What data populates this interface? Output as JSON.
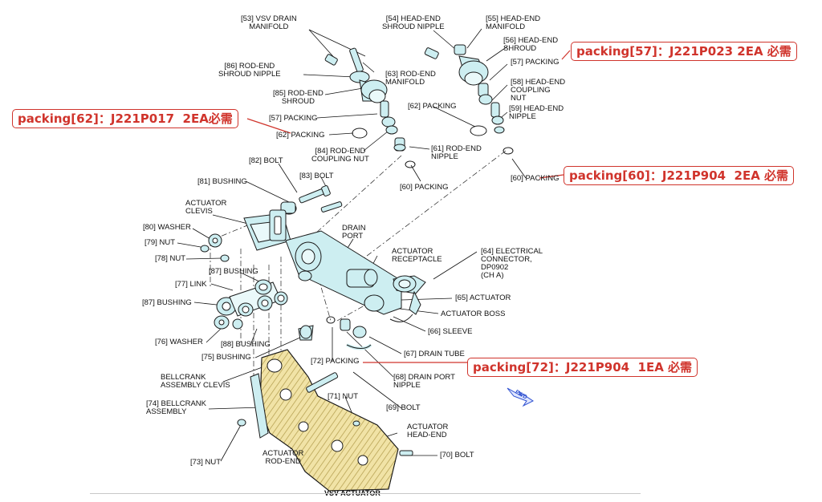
{
  "labels": {
    "l53": "[53] VSV DRAIN\nMANIFOLD",
    "l54": "[54] HEAD-END\nSHROUD NIPPLE",
    "l55": "[55] HEAD-END\nMANIFOLD",
    "l56": "[56] HEAD-END\nSHROUD",
    "l57r": "[57] PACKING",
    "l58": "[58] HEAD-END\nCOUPLING\nNUT",
    "l59": "[59] HEAD-END\nNIPPLE",
    "l86": "[86] ROD-END\nSHROUD NIPPLE",
    "l63": "[63] ROD-END\nMANIFOLD",
    "l85": "[85] ROD-END\nSHROUD",
    "l62r": "[62] PACKING",
    "l57l": "[57] PACKING",
    "l62l": "[62] PACKING",
    "l84": "[84] ROD-END\nCOUPLING NUT",
    "l61": "[61] ROD-END\nNIPPLE",
    "l82": "[82] BOLT",
    "l83": "[83] BOLT",
    "l81": "[81] BUSHING",
    "l60l": "[60] PACKING",
    "l60r": "[60] PACKING",
    "clevis": "ACTUATOR\nCLEVIS",
    "l80": "[80] WASHER",
    "l79": "[79] NUT",
    "l78": "[78] NUT",
    "drain_port": "DRAIN\nPORT",
    "receptacle": "ACTUATOR\nRECEPTACLE",
    "l64": "[64] ELECTRICAL\nCONNECTOR,\nDP0902\n(CH A)",
    "l87a": "[87] BUSHING",
    "l77": "[77] LINK",
    "l87b": "[87] BUSHING",
    "l65": "[65] ACTUATOR",
    "boss": "ACTUATOR BOSS",
    "l66": "[66] SLEEVE",
    "l76": "[76] WASHER",
    "l88": "[88] BUSHING",
    "l75": "[75] BUSHING",
    "l67": "[67] DRAIN TUBE",
    "l72": "[72] PACKING",
    "l68": "[68] DRAIN PORT\nNIPPLE",
    "bc_clevis": "BELLCRANK\nASSEMBLY CLEVIS",
    "l71": "[71] NUT",
    "l74": "[74] BELLCRANK\nASSEMBLY",
    "l69": "[69] BOLT",
    "head_end": "ACTUATOR\nHEAD-END",
    "rod_end": "ACTUATOR\nROD-END",
    "l73": "[73] NUT",
    "l70": "[70] BOLT"
  },
  "callouts": {
    "c57": "packing[57]：J221P023 2EA 必需",
    "c62": "packing[62]：J221P017  2EA必需",
    "c60": "packing[60]：J221P904  2EA 必需",
    "c72": "packing[72]：J221P904  1EA 必需"
  },
  "fwd_label": "FWD",
  "bottom_title": "VSV ACTUATOR",
  "colors": {
    "part_fill": "#cdeef1",
    "part_stroke": "#1a1a1a",
    "bellcrank_fill": "#f1e3a6",
    "callout_red": "#d0342c",
    "fwd_blue": "#2d4fd0"
  }
}
